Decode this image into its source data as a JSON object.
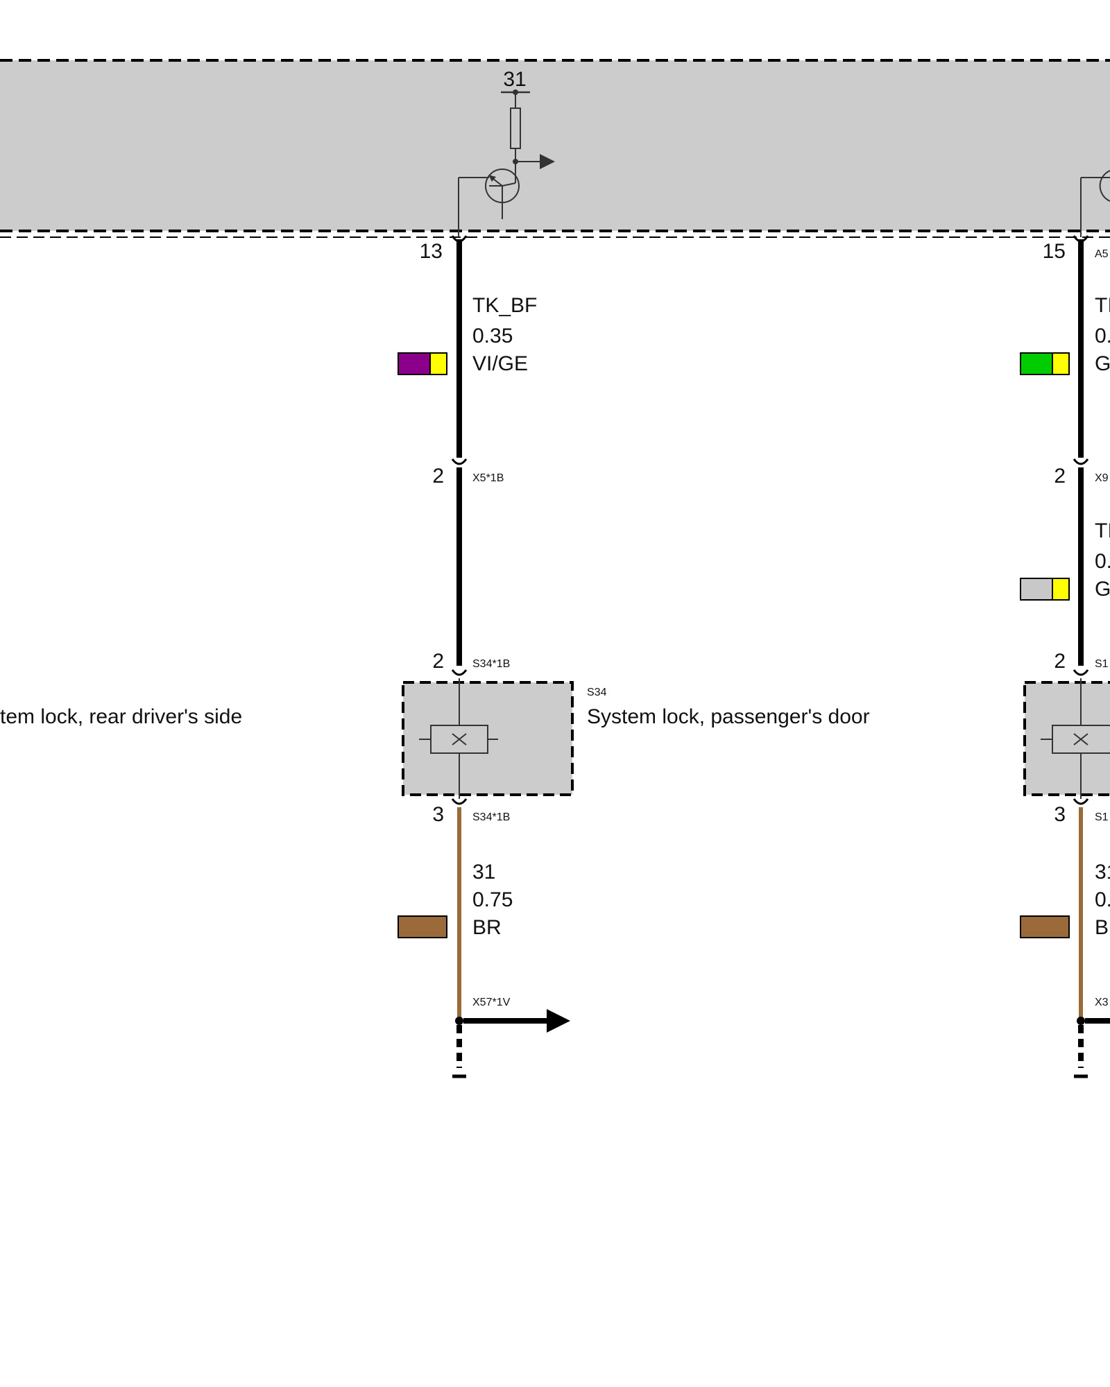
{
  "ground_label": "31",
  "circuits": [
    {
      "pin_top": "13",
      "wire_upper": {
        "name": "TK_BF",
        "gauge": "0.35",
        "color_code": "VI/GE",
        "primary": "#8a008a",
        "stripe": "#ffff00"
      },
      "connector_mid": {
        "pin": "2",
        "code": "X5*1B"
      },
      "component_pin_top": {
        "pin": "2",
        "code": "S34*1B"
      },
      "component": {
        "code": "S34",
        "name": "System lock, passenger's door"
      },
      "component_pin_bottom": {
        "pin": "3",
        "code": "S34*1B"
      },
      "wire_lower": {
        "name": "31",
        "gauge": "0.75",
        "color_code": "BR",
        "primary": "#9b6a3a"
      },
      "ground_connector": "X57*1V"
    },
    {
      "pin_top": "15",
      "pin_top_code": "A5",
      "wire_upper": {
        "name": "TI",
        "gauge": "0.",
        "color_code": "G",
        "primary": "#00cc00",
        "stripe": "#ffff00"
      },
      "connector_mid": {
        "pin": "2",
        "code": "X9"
      },
      "wire_mid": {
        "name": "TI",
        "gauge": "0.",
        "color_code": "G",
        "primary": "#c8c8c8",
        "stripe": "#ffff00"
      },
      "component_pin_top": {
        "pin": "2",
        "code": "S1"
      },
      "component_pin_bottom": {
        "pin": "3",
        "code": "S1"
      },
      "wire_lower": {
        "name": "31",
        "gauge": "0.",
        "color_code": "B",
        "primary": "#9b6a3a"
      },
      "ground_connector": "X3"
    }
  ],
  "left_component_name": "tem lock, rear driver's side"
}
